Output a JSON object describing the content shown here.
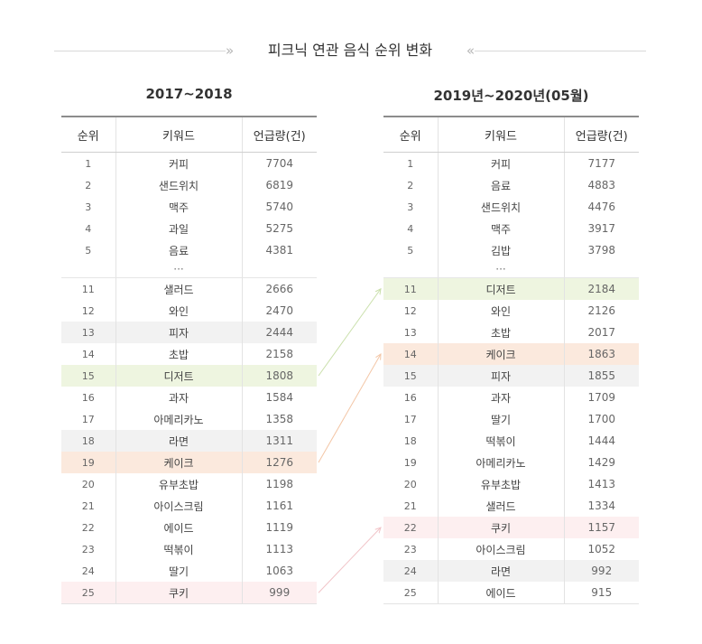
{
  "title": "피크닉 연관 음식 순위 변화",
  "title_chevron_left": "»",
  "title_chevron_right": "«",
  "headers": {
    "rank": "순위",
    "keyword": "키워드",
    "count": "언급량(건)"
  },
  "ellipsis": "···",
  "colors": {
    "gray": "#f2f2f2",
    "green": "#eef5e0",
    "orange": "#fbe9dd",
    "pink": "#fdeff0",
    "green_arrow": "#c9dfaa",
    "orange_arrow": "#f3c6a6",
    "pink_arrow": "#f1c4c8"
  },
  "left": {
    "title": "2017~2018",
    "top": [
      {
        "rank": "1",
        "keyword": "커피",
        "count": "7704"
      },
      {
        "rank": "2",
        "keyword": "샌드위치",
        "count": "6819"
      },
      {
        "rank": "3",
        "keyword": "맥주",
        "count": "5740"
      },
      {
        "rank": "4",
        "keyword": "과일",
        "count": "5275"
      },
      {
        "rank": "5",
        "keyword": "음료",
        "count": "4381"
      }
    ],
    "bottom": [
      {
        "rank": "11",
        "keyword": "샐러드",
        "count": "2666",
        "hl": ""
      },
      {
        "rank": "12",
        "keyword": "와인",
        "count": "2470",
        "hl": ""
      },
      {
        "rank": "13",
        "keyword": "피자",
        "count": "2444",
        "hl": "gray"
      },
      {
        "rank": "14",
        "keyword": "초밥",
        "count": "2158",
        "hl": ""
      },
      {
        "rank": "15",
        "keyword": "디저트",
        "count": "1808",
        "hl": "green"
      },
      {
        "rank": "16",
        "keyword": "과자",
        "count": "1584",
        "hl": ""
      },
      {
        "rank": "17",
        "keyword": "아메리카노",
        "count": "1358",
        "hl": ""
      },
      {
        "rank": "18",
        "keyword": "라면",
        "count": "1311",
        "hl": "gray"
      },
      {
        "rank": "19",
        "keyword": "케이크",
        "count": "1276",
        "hl": "orange"
      },
      {
        "rank": "20",
        "keyword": "유부초밥",
        "count": "1198",
        "hl": ""
      },
      {
        "rank": "21",
        "keyword": "아이스크림",
        "count": "1161",
        "hl": ""
      },
      {
        "rank": "22",
        "keyword": "에이드",
        "count": "1119",
        "hl": ""
      },
      {
        "rank": "23",
        "keyword": "떡볶이",
        "count": "1113",
        "hl": ""
      },
      {
        "rank": "24",
        "keyword": "딸기",
        "count": "1063",
        "hl": ""
      },
      {
        "rank": "25",
        "keyword": "쿠키",
        "count": "999",
        "hl": "pink"
      }
    ]
  },
  "right": {
    "title": "2019년~2020년(05월)",
    "top": [
      {
        "rank": "1",
        "keyword": "커피",
        "count": "7177"
      },
      {
        "rank": "2",
        "keyword": "음료",
        "count": "4883"
      },
      {
        "rank": "3",
        "keyword": "샌드위치",
        "count": "4476"
      },
      {
        "rank": "4",
        "keyword": "맥주",
        "count": "3917"
      },
      {
        "rank": "5",
        "keyword": "김밥",
        "count": "3798"
      }
    ],
    "bottom": [
      {
        "rank": "11",
        "keyword": "디저트",
        "count": "2184",
        "hl": "green"
      },
      {
        "rank": "12",
        "keyword": "와인",
        "count": "2126",
        "hl": ""
      },
      {
        "rank": "13",
        "keyword": "초밥",
        "count": "2017",
        "hl": ""
      },
      {
        "rank": "14",
        "keyword": "케이크",
        "count": "1863",
        "hl": "orange"
      },
      {
        "rank": "15",
        "keyword": "피자",
        "count": "1855",
        "hl": "gray"
      },
      {
        "rank": "16",
        "keyword": "과자",
        "count": "1709",
        "hl": ""
      },
      {
        "rank": "17",
        "keyword": "딸기",
        "count": "1700",
        "hl": ""
      },
      {
        "rank": "18",
        "keyword": "떡볶이",
        "count": "1444",
        "hl": ""
      },
      {
        "rank": "19",
        "keyword": "아메리카노",
        "count": "1429",
        "hl": ""
      },
      {
        "rank": "20",
        "keyword": "유부초밥",
        "count": "1413",
        "hl": ""
      },
      {
        "rank": "21",
        "keyword": "샐러드",
        "count": "1334",
        "hl": ""
      },
      {
        "rank": "22",
        "keyword": "쿠키",
        "count": "1157",
        "hl": "pink"
      },
      {
        "rank": "23",
        "keyword": "아이스크림",
        "count": "1052",
        "hl": ""
      },
      {
        "rank": "24",
        "keyword": "라면",
        "count": "992",
        "hl": "gray"
      },
      {
        "rank": "25",
        "keyword": "에이드",
        "count": "915",
        "hl": ""
      }
    ]
  },
  "arrows": [
    {
      "from_rank": "15",
      "to_rank": "11",
      "color": "green"
    },
    {
      "from_rank": "19",
      "to_rank": "14",
      "color": "orange"
    },
    {
      "from_rank": "25",
      "to_rank": "22",
      "color": "pink"
    }
  ]
}
